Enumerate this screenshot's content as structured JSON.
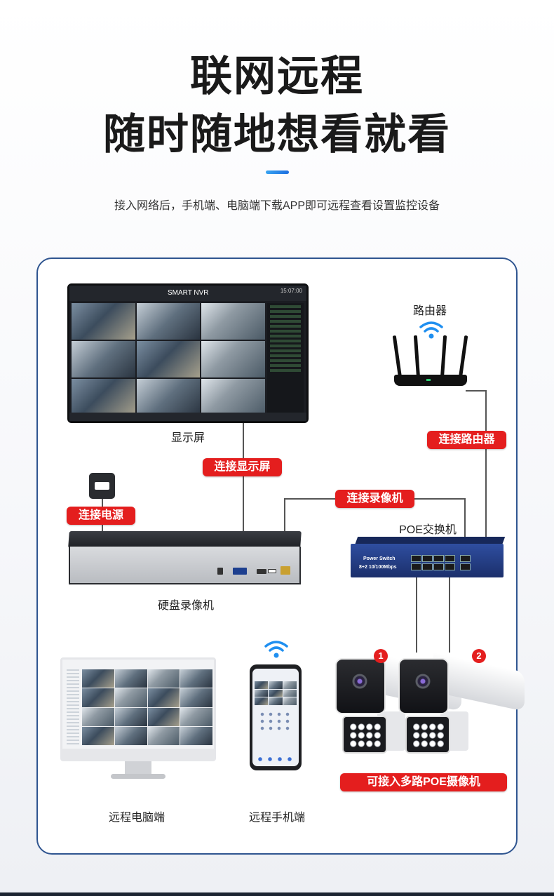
{
  "header": {
    "title_line1": "联网远程",
    "title_line2": "随时随地想看就看",
    "subtitle": "接入网络后，手机端、电脑端下载APP即可远程查看设置监控设备"
  },
  "diagram": {
    "monitor": {
      "label": "显示屏",
      "screen_title": "SMART NVR",
      "screen_time": "15:07:00"
    },
    "router": {
      "label": "路由器"
    },
    "nvr": {
      "label": "硬盘录像机"
    },
    "switch": {
      "label": "POE交换机",
      "brand_text": "Power Switch",
      "speed_text": "8+2  10/100Mbps"
    },
    "pc": {
      "label": "远程电脑端"
    },
    "phone": {
      "label": "远程手机端"
    },
    "cameras": {
      "badge1": "1",
      "badge2": "2"
    },
    "tags": {
      "connect_monitor": "连接显示屏",
      "connect_power": "连接电源",
      "connect_nvr": "连接录像机",
      "connect_router": "连接路由器",
      "multi_poe": "可接入多路POE摄像机"
    }
  },
  "colors": {
    "accent_blue": "#1d6fe0",
    "tag_red": "#e41e1e",
    "panel_border": "#2f5590"
  }
}
